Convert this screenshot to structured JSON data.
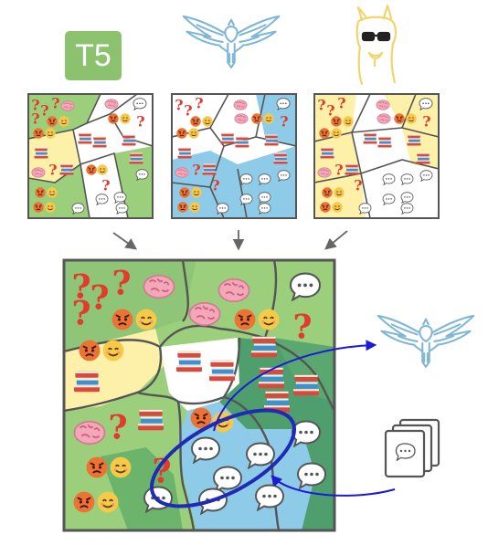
{
  "models": [
    {
      "name": "t5",
      "logo_text": "T5",
      "logo_color": "#8cc26e"
    },
    {
      "name": "bird",
      "logo_color": "#7fb6d6"
    },
    {
      "name": "llama",
      "logo_color": "#f2d46a"
    }
  ],
  "colors": {
    "green_region": "#9bcf7c",
    "dark_green_region": "#4f9e6e",
    "blue_region": "#8ecbe8",
    "yellow_region": "#fdf0a8",
    "arrow_gray": "#666666",
    "arrow_blue": "#1a1ad9",
    "ellipse_blue": "#1f2ab5",
    "boundary_gray": "#555555"
  },
  "icons": [
    "question-mark-icon",
    "brain-icon",
    "angry-face-icon",
    "smile-face-icon",
    "book-stack-icon",
    "speech-bubble-icon",
    "document-stack-icon",
    "eagle-icon",
    "llama-icon"
  ]
}
